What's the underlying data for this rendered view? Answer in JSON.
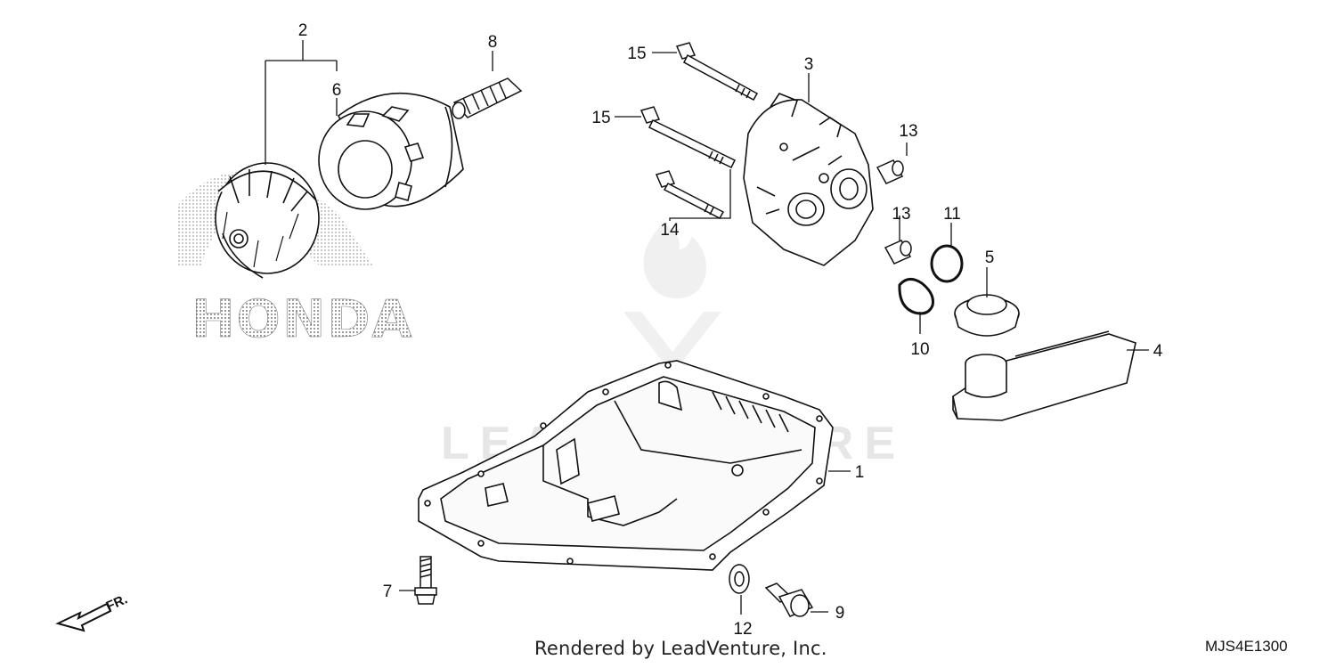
{
  "diagram": {
    "footer_text": "Rendered by LeadVenture, Inc.",
    "diagram_code": "MJS4E1300",
    "brand_logo_text": "HONDA",
    "watermark_text": "LEADVENTURE",
    "front_indicator": "FR.",
    "callouts": {
      "c1": "1",
      "c2": "2",
      "c3": "3",
      "c4": "4",
      "c5": "5",
      "c6": "6",
      "c7": "7",
      "c8": "8",
      "c9": "9",
      "c10": "10",
      "c11": "11",
      "c12": "12",
      "c13a": "13",
      "c13b": "13",
      "c14": "14",
      "c15a": "15",
      "c15b": "15"
    }
  }
}
